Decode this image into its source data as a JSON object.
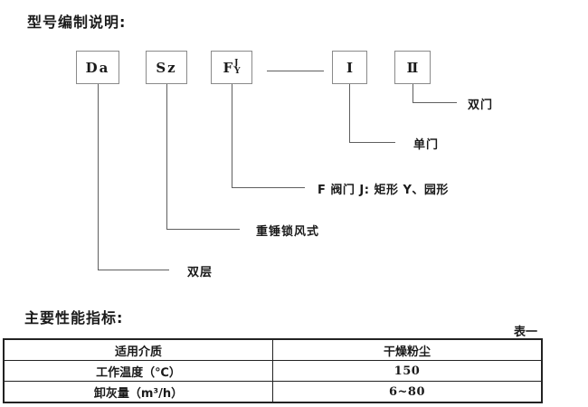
{
  "page": {
    "background": "#ffffff",
    "text_color": "#1a1a1a",
    "box_border_color": "#8a8a8a",
    "line_color": "#5f5f5f"
  },
  "model_section": {
    "title": "型号编制说明:",
    "boxes": [
      {
        "code": "Da"
      },
      {
        "code": "Sz"
      },
      {
        "code": "F",
        "sup": "J",
        "sub": "Y"
      },
      {
        "code": "Ⅰ"
      },
      {
        "code": "Ⅱ"
      }
    ],
    "labels": {
      "double_door": "双门",
      "single_door": "单门",
      "valve_note": "F 阀门 J: 矩形  Y、园形",
      "hammer_lock": "重锤锁风式",
      "double_layer": "双层"
    }
  },
  "performance_section": {
    "title": "主要性能指标:",
    "table_tag": "表一",
    "table": {
      "rows": [
        {
          "name": "适用介质",
          "value": "干燥粉尘"
        },
        {
          "name": "工作温度（℃）",
          "value": "150"
        },
        {
          "name": "卸灰量（m³/h）",
          "value": "6~80"
        }
      ]
    }
  }
}
